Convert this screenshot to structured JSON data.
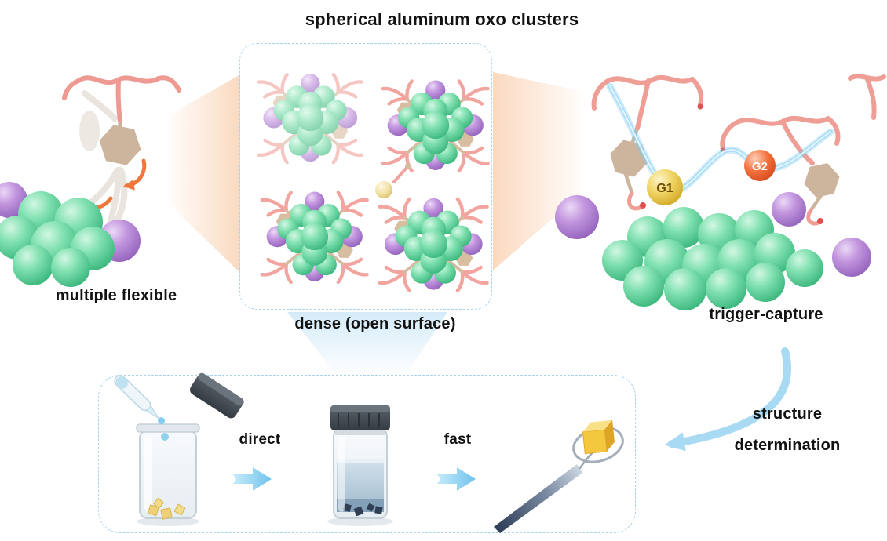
{
  "title": "spherical aluminum oxo clusters",
  "labels": {
    "multiple_flexible": "multiple flexible",
    "dense": "dense (open surface)",
    "trigger_capture": "trigger-capture",
    "direct": "direct",
    "fast": "fast",
    "structure_line1": "structure",
    "structure_line2": "determination",
    "g1": "G1",
    "g2": "G2"
  },
  "colors": {
    "green_sphere": "#3db87e",
    "purple_sphere": "#9565bd",
    "pink_ligand": "#ef9e96",
    "tan_linker": "#cdb49c",
    "orange_arrow": "#f0763a",
    "blue_accent": "#8ed2f4",
    "g1_sphere": "#f0d565",
    "g2_sphere": "#f2703c",
    "dashed_border": "#a9d3ec",
    "cap_gray": "#3f454d",
    "crystal_yellow": "#f4c83e",
    "background": "#ffffff"
  }
}
